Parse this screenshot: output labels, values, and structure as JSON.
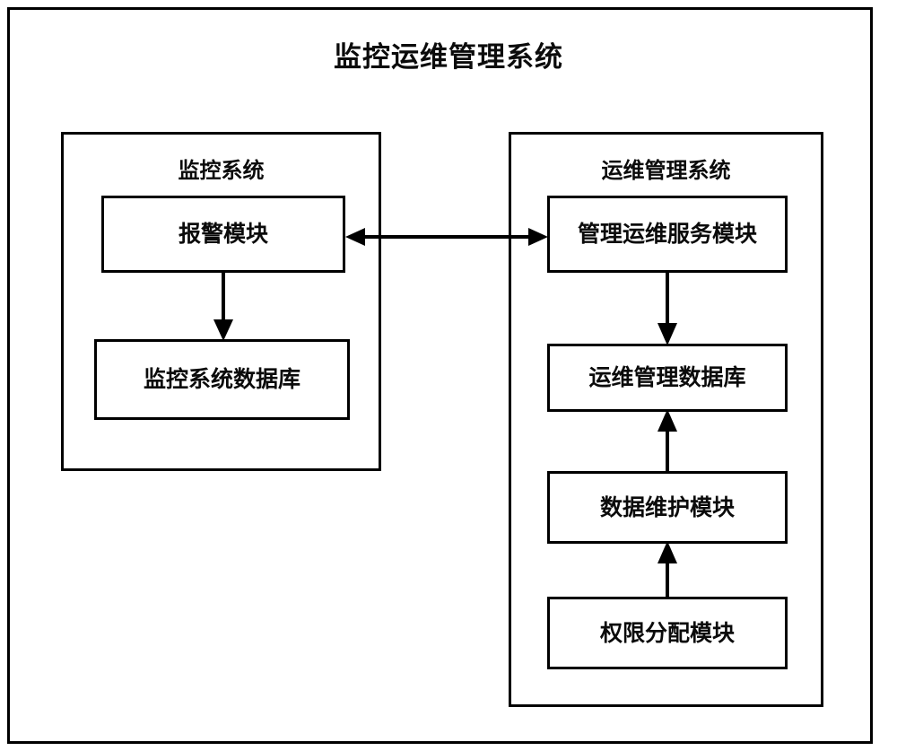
{
  "diagram": {
    "title": "监控运维管理系统",
    "type": "block-diagram",
    "line_color": "#000000",
    "background_color": "#ffffff"
  },
  "panels": {
    "monitoring": {
      "title": "监控系统",
      "boxes": {
        "alarm_module": "报警模块",
        "monitoring_database": "监控系统数据库"
      }
    },
    "ops": {
      "title": "运维管理系统",
      "boxes": {
        "service_module": "管理运维服务模块",
        "ops_database": "运维管理数据库",
        "data_maintenance_module": "数据维护模块",
        "permission_module": "权限分配模块"
      }
    }
  },
  "connectors": {
    "alarm_to_service": "bidirectional-arrow",
    "alarm_to_monitoring_db": "down-arrow",
    "service_to_ops_db": "down-arrow",
    "data_maintenance_to_ops_db": "up-arrow",
    "permission_to_data_maintenance": "up-arrow"
  }
}
